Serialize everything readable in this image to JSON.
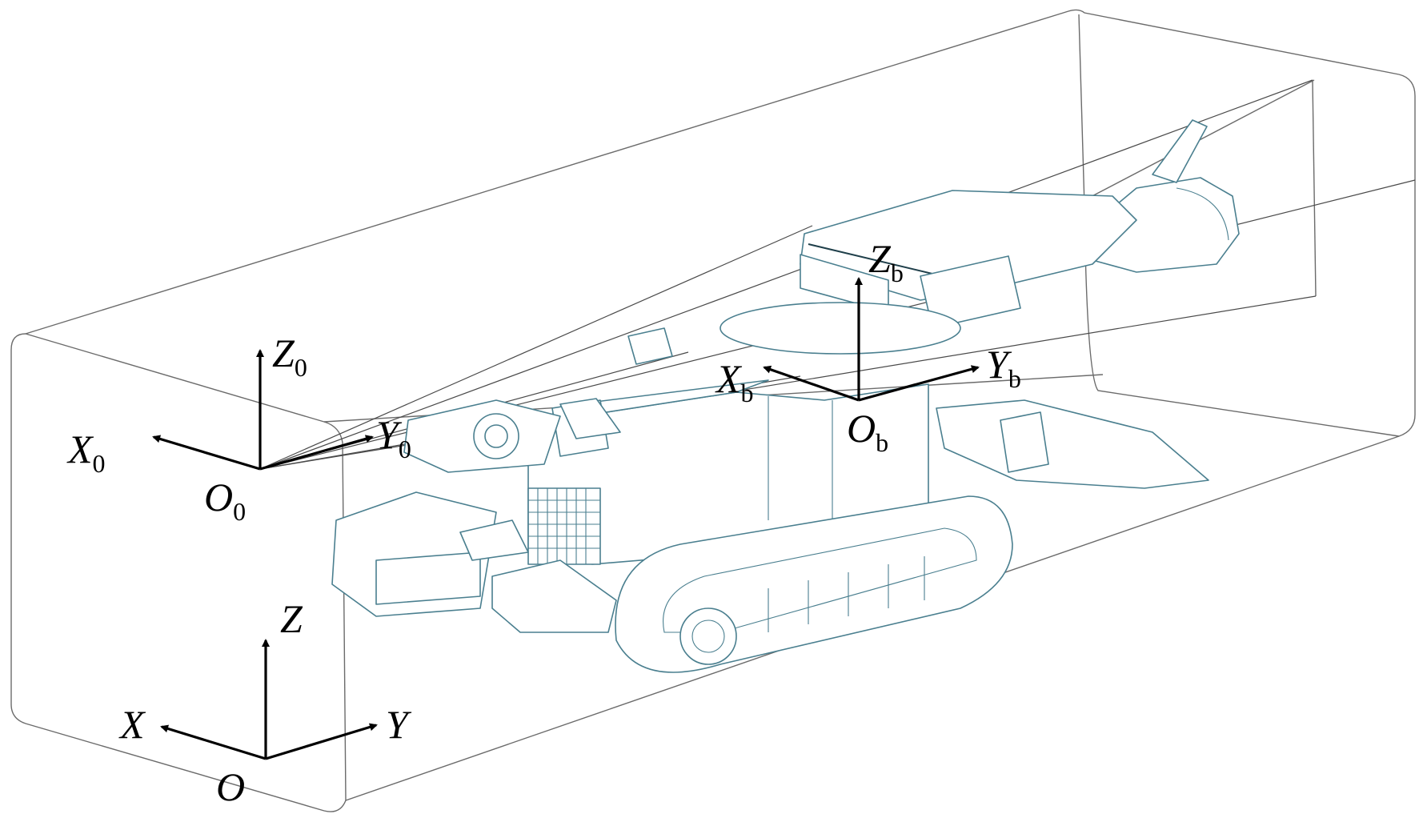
{
  "frames": [
    {
      "id": "world",
      "origin": "O",
      "origin_sub": "",
      "x": "X",
      "x_sub": "",
      "y": "Y",
      "y_sub": "",
      "z": "Z",
      "z_sub": ""
    },
    {
      "id": "tunnel",
      "origin": "O",
      "origin_sub": "0",
      "x": "X",
      "x_sub": "0",
      "y": "Y",
      "y_sub": "0",
      "z": "Z",
      "z_sub": "0"
    },
    {
      "id": "body",
      "origin": "O",
      "origin_sub": "b",
      "x": "X",
      "x_sub": "b",
      "y": "Y",
      "y_sub": "b",
      "z": "Z",
      "z_sub": "b"
    }
  ],
  "colors": {
    "axes": "#000000",
    "tunnel_outline": "#6b6b6b",
    "machine_outline": "#4a7f8f"
  }
}
